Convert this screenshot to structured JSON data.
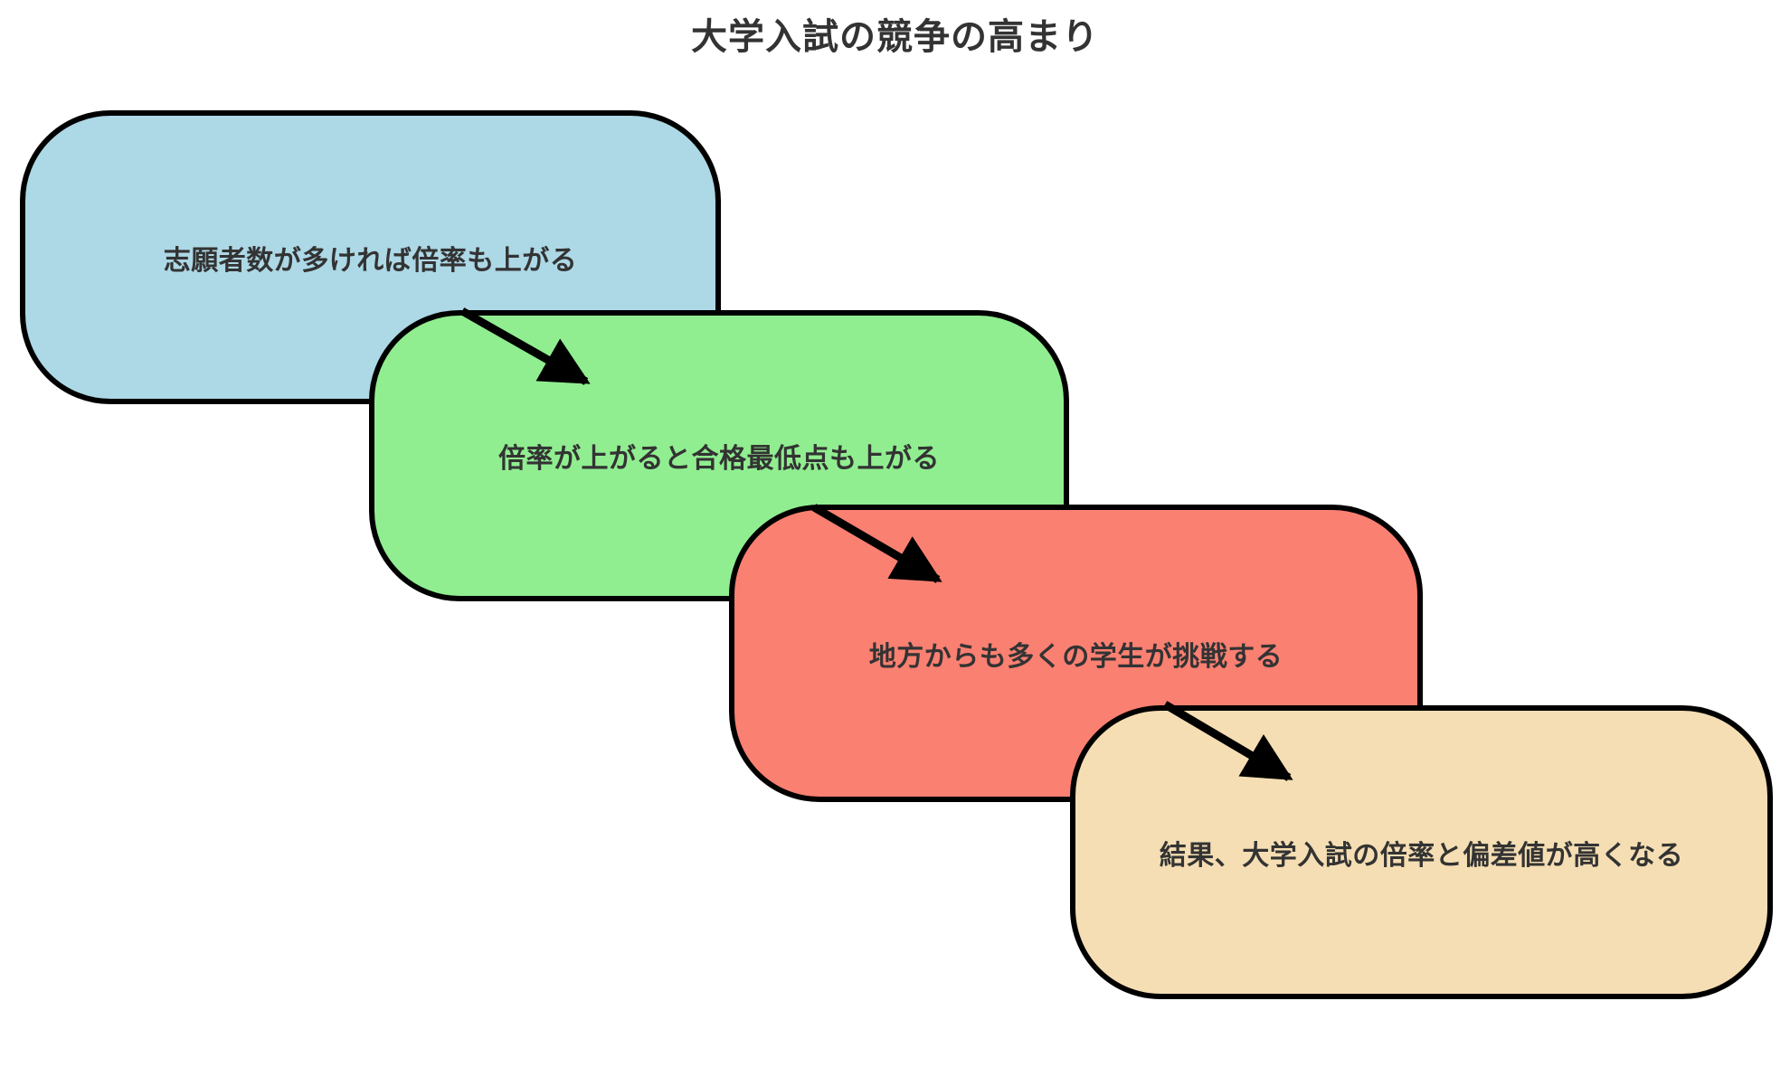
{
  "title": "大学入試の競争の高まり",
  "nodes": [
    {
      "label": "志願者数が多ければ倍率も上がる",
      "fill": "#ADD8E6"
    },
    {
      "label": "倍率が上がると合格最低点も上がる",
      "fill": "#90EE90"
    },
    {
      "label": "地方からも多くの学生が挑戦する",
      "fill": "#FA8072"
    },
    {
      "label": "結果、大学入試の倍率と偏差値が高くなる",
      "fill": "#F5DEB3"
    }
  ],
  "colors": {
    "border": "#000000",
    "arrow": "#000000",
    "text": "#333333",
    "background": "#FFFFFF"
  }
}
